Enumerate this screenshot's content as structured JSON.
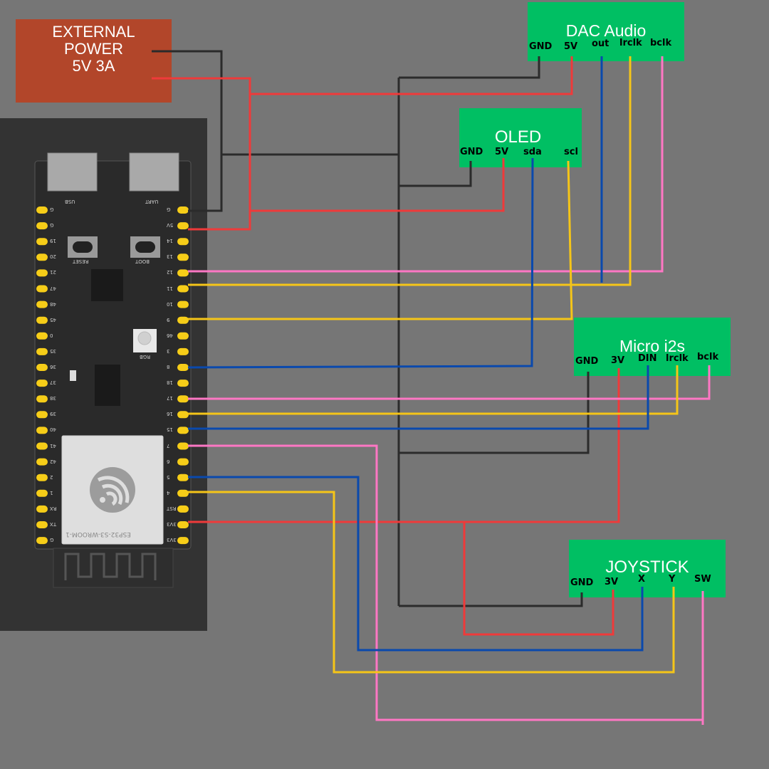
{
  "colors": {
    "background": "#767676",
    "power_box": "#b2462a",
    "module_box": "#00bf63",
    "board_outer": "#333333",
    "board_pcb": "#2a2a2a",
    "pin_pad": "#f6cd18",
    "wire_black": "#2b2b2b",
    "wire_red": "#ef3a3a",
    "wire_blue": "#0a49ad",
    "wire_yellow": "#f5c518",
    "wire_pink": "#ff77c4"
  },
  "power": {
    "line1": "EXTERNAL",
    "line2": "POWER",
    "line3": "5V 3A"
  },
  "modules": {
    "dac": {
      "title": "DAC Audio",
      "pins": [
        "GND",
        "5V",
        "out",
        "lrclk",
        "bclk"
      ]
    },
    "oled": {
      "title": "OLED",
      "pins": [
        "GND",
        "5V",
        "sda",
        "scl"
      ]
    },
    "mic": {
      "title": "Micro i2s",
      "pins": [
        "GND",
        "3V",
        "DIN",
        "lrclk",
        "bclk"
      ]
    },
    "joystick": {
      "title": "JOYSTICK",
      "pins": [
        "GND",
        "3V",
        "X",
        "Y",
        "SW"
      ]
    }
  },
  "board": {
    "usb_label": "USB",
    "uart_label": "UART",
    "reset_label": "RESET",
    "boot_label": "BOOT",
    "rgb_label": "RGB",
    "module_label": "ESP32-S3-WROOM-1",
    "left_pins": [
      "G",
      "G",
      "19",
      "20",
      "21",
      "47",
      "48",
      "45",
      "0",
      "35",
      "36",
      "37",
      "38",
      "39",
      "40",
      "41",
      "42",
      "2",
      "1",
      "RX",
      "TX",
      "G"
    ],
    "right_pins": [
      "G",
      "5V",
      "14",
      "13",
      "12",
      "11",
      "10",
      "9",
      "46",
      "3",
      "8",
      "18",
      "17",
      "16",
      "15",
      "7",
      "6",
      "5",
      "4",
      "RST",
      "3V3",
      "3V3"
    ]
  }
}
